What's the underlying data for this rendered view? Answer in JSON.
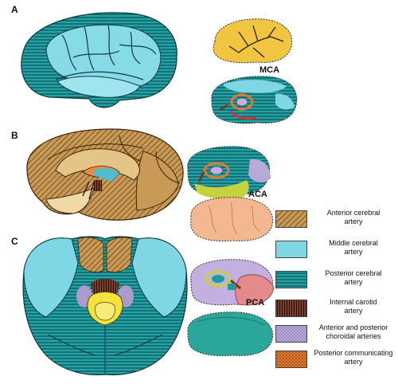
{
  "panels": {
    "a": "A",
    "b": "B",
    "c": "C"
  },
  "artery_labels": {
    "mca": "MCA",
    "aca": "ACA",
    "pca": "PCA"
  },
  "legend": [
    {
      "label": "Anterior cerebral artery",
      "line1": "Anterior cerebral",
      "line2": "artery",
      "pattern": "diag-brown"
    },
    {
      "label": "Middle cerebral artery",
      "line1": "Middle cerebral",
      "line2": "artery",
      "pattern": "solid-lightblue"
    },
    {
      "label": "Posterior cerebral artery",
      "line1": "Posterior cerebral",
      "line2": "artery",
      "pattern": "horiz-teal"
    },
    {
      "label": "Internal carotid artery",
      "line1": "Internal carotid",
      "line2": "artery",
      "pattern": "vert-darkbrown"
    },
    {
      "label": "Anterior and posterior choroidal arteries",
      "line1": "Anterior and posterior",
      "line2": "choroidal arteries",
      "pattern": "dots-lavender"
    },
    {
      "label": "Posterior communicating artery",
      "line1": "Posterior communicating",
      "line2": "artery",
      "pattern": "dots-orange"
    }
  ],
  "colors": {
    "aca_brown": "#b58a4a",
    "mca_lightblue": "#7fd6e4",
    "pca_teal": "#1f9a9a",
    "ica_darkbrown": "#6a3a25",
    "choroidal_lavender": "#b7a9d8",
    "pcomm_orange": "#e07a30",
    "mca_yellow": "#f2c541",
    "aca_peach": "#f4b890",
    "green": "#c4d23d",
    "pca_lavender": "#c3b0e0",
    "pink": "#e58a8a"
  }
}
